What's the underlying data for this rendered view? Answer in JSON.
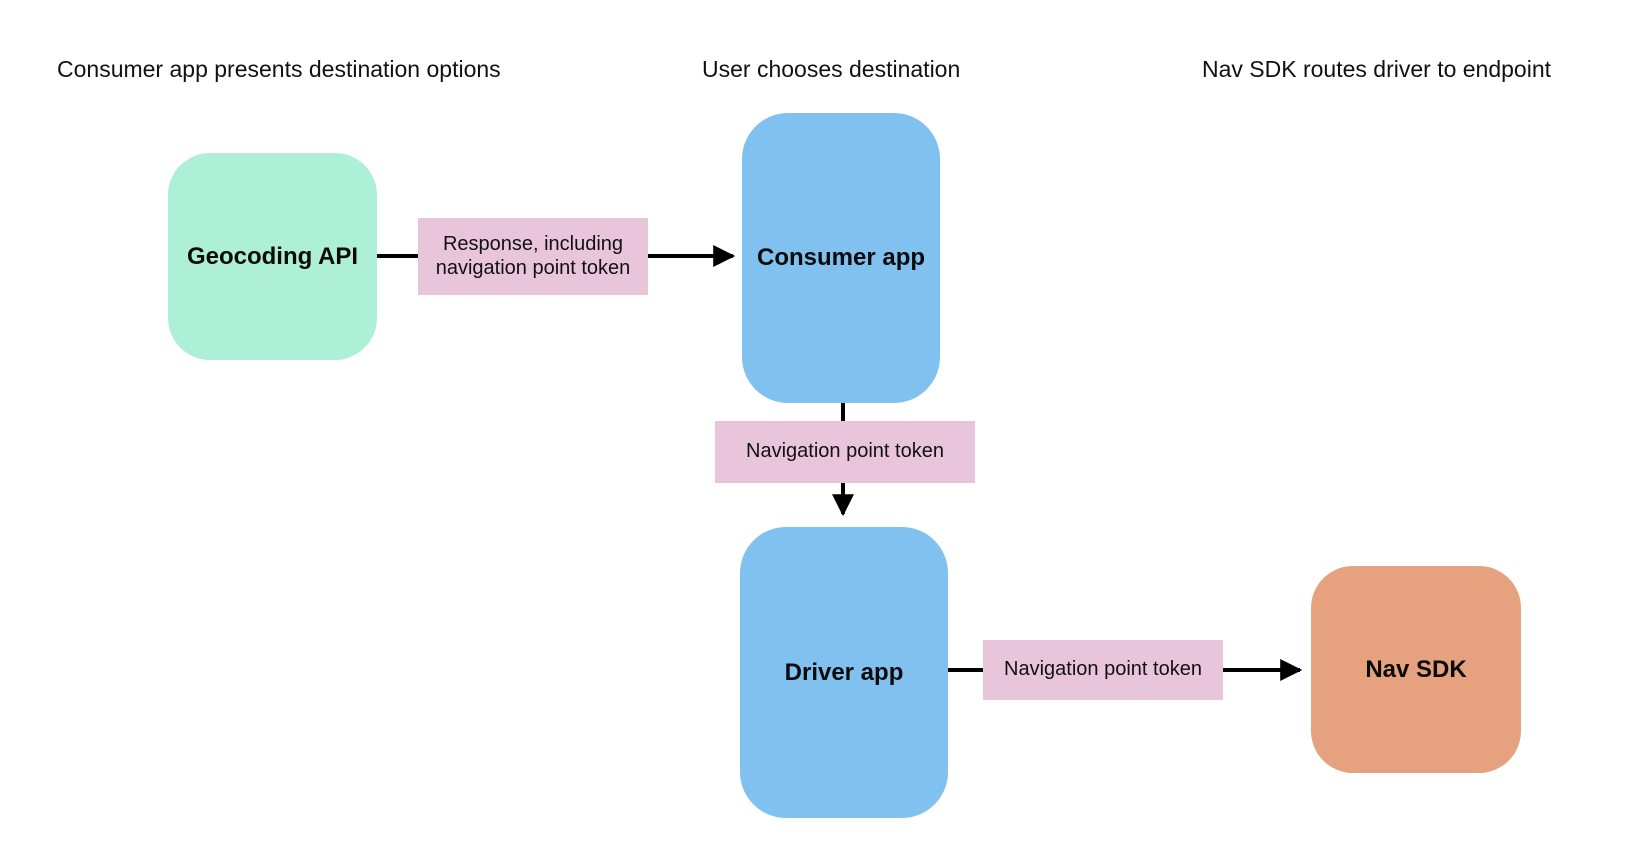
{
  "diagram": {
    "stages": [
      {
        "label": "Consumer app presents destination options"
      },
      {
        "label": "User chooses destination"
      },
      {
        "label": "Nav SDK routes driver to endpoint"
      }
    ],
    "nodes": [
      {
        "id": "geocoding-api",
        "label": "Geocoding API",
        "color": "#aeefd8"
      },
      {
        "id": "consumer-app",
        "label": "Consumer app",
        "color": "#80c1f0"
      },
      {
        "id": "driver-app",
        "label": "Driver app",
        "color": "#80c1f0"
      },
      {
        "id": "nav-sdk",
        "label": "Nav SDK",
        "color": "#e6a17f"
      }
    ],
    "edges": [
      {
        "from": "geocoding-api",
        "to": "consumer-app",
        "label": "Response, including navigation point token"
      },
      {
        "from": "consumer-app",
        "to": "driver-app",
        "label": "Navigation point token"
      },
      {
        "from": "driver-app",
        "to": "nav-sdk",
        "label": "Navigation point token"
      }
    ],
    "colors": {
      "background": "#ffffff",
      "edge_label_bg": "#e9c5db",
      "arrow": "#000000",
      "text": "#111111"
    }
  }
}
